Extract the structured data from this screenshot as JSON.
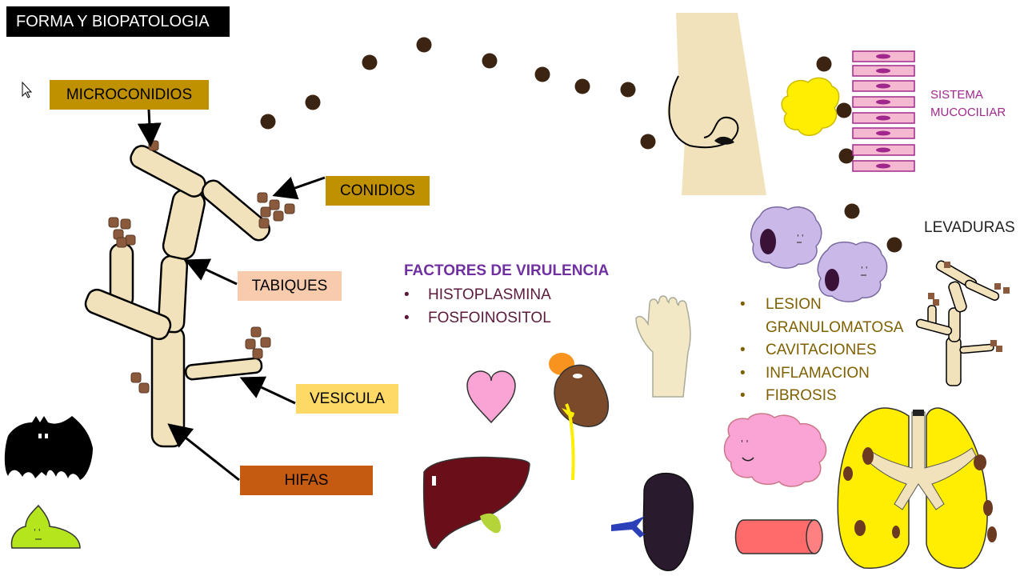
{
  "title": "FORMA Y BIOPATOLOGIA",
  "labels": {
    "microconidios": "MICROCONIDIOS",
    "conidios": "CONIDIOS",
    "tabiques": "TABIQUES",
    "vesicula": "VESICULA",
    "hifas": "HIFAS"
  },
  "virulence": {
    "heading": "FACTORES DE VIRULENCIA",
    "items": [
      "HISTOPLASMINA",
      "FOSFOINOSITOL"
    ]
  },
  "mucociliary": {
    "line1": "SISTEMA",
    "line2": "MUCOCILIAR"
  },
  "yeasts": "LEVADURAS",
  "lesions": [
    "LESION",
    "GRANULOMATOSA",
    "CAVITACIONES",
    "INFLAMACION",
    "FIBROSIS"
  ],
  "colors": {
    "hypha": "#f2e2bb",
    "spore": "#8b5a3c",
    "particle": "#3b2412",
    "cell": "#c9b8e8",
    "lung": "#ffee00"
  },
  "icons": [
    "bat-icon",
    "slime-icon",
    "heart-icon",
    "kidney-icon",
    "liver-icon",
    "hand-icon",
    "brain-icon",
    "bone-icon",
    "lung-icon",
    "nose-icon",
    "macrophage-icon"
  ]
}
